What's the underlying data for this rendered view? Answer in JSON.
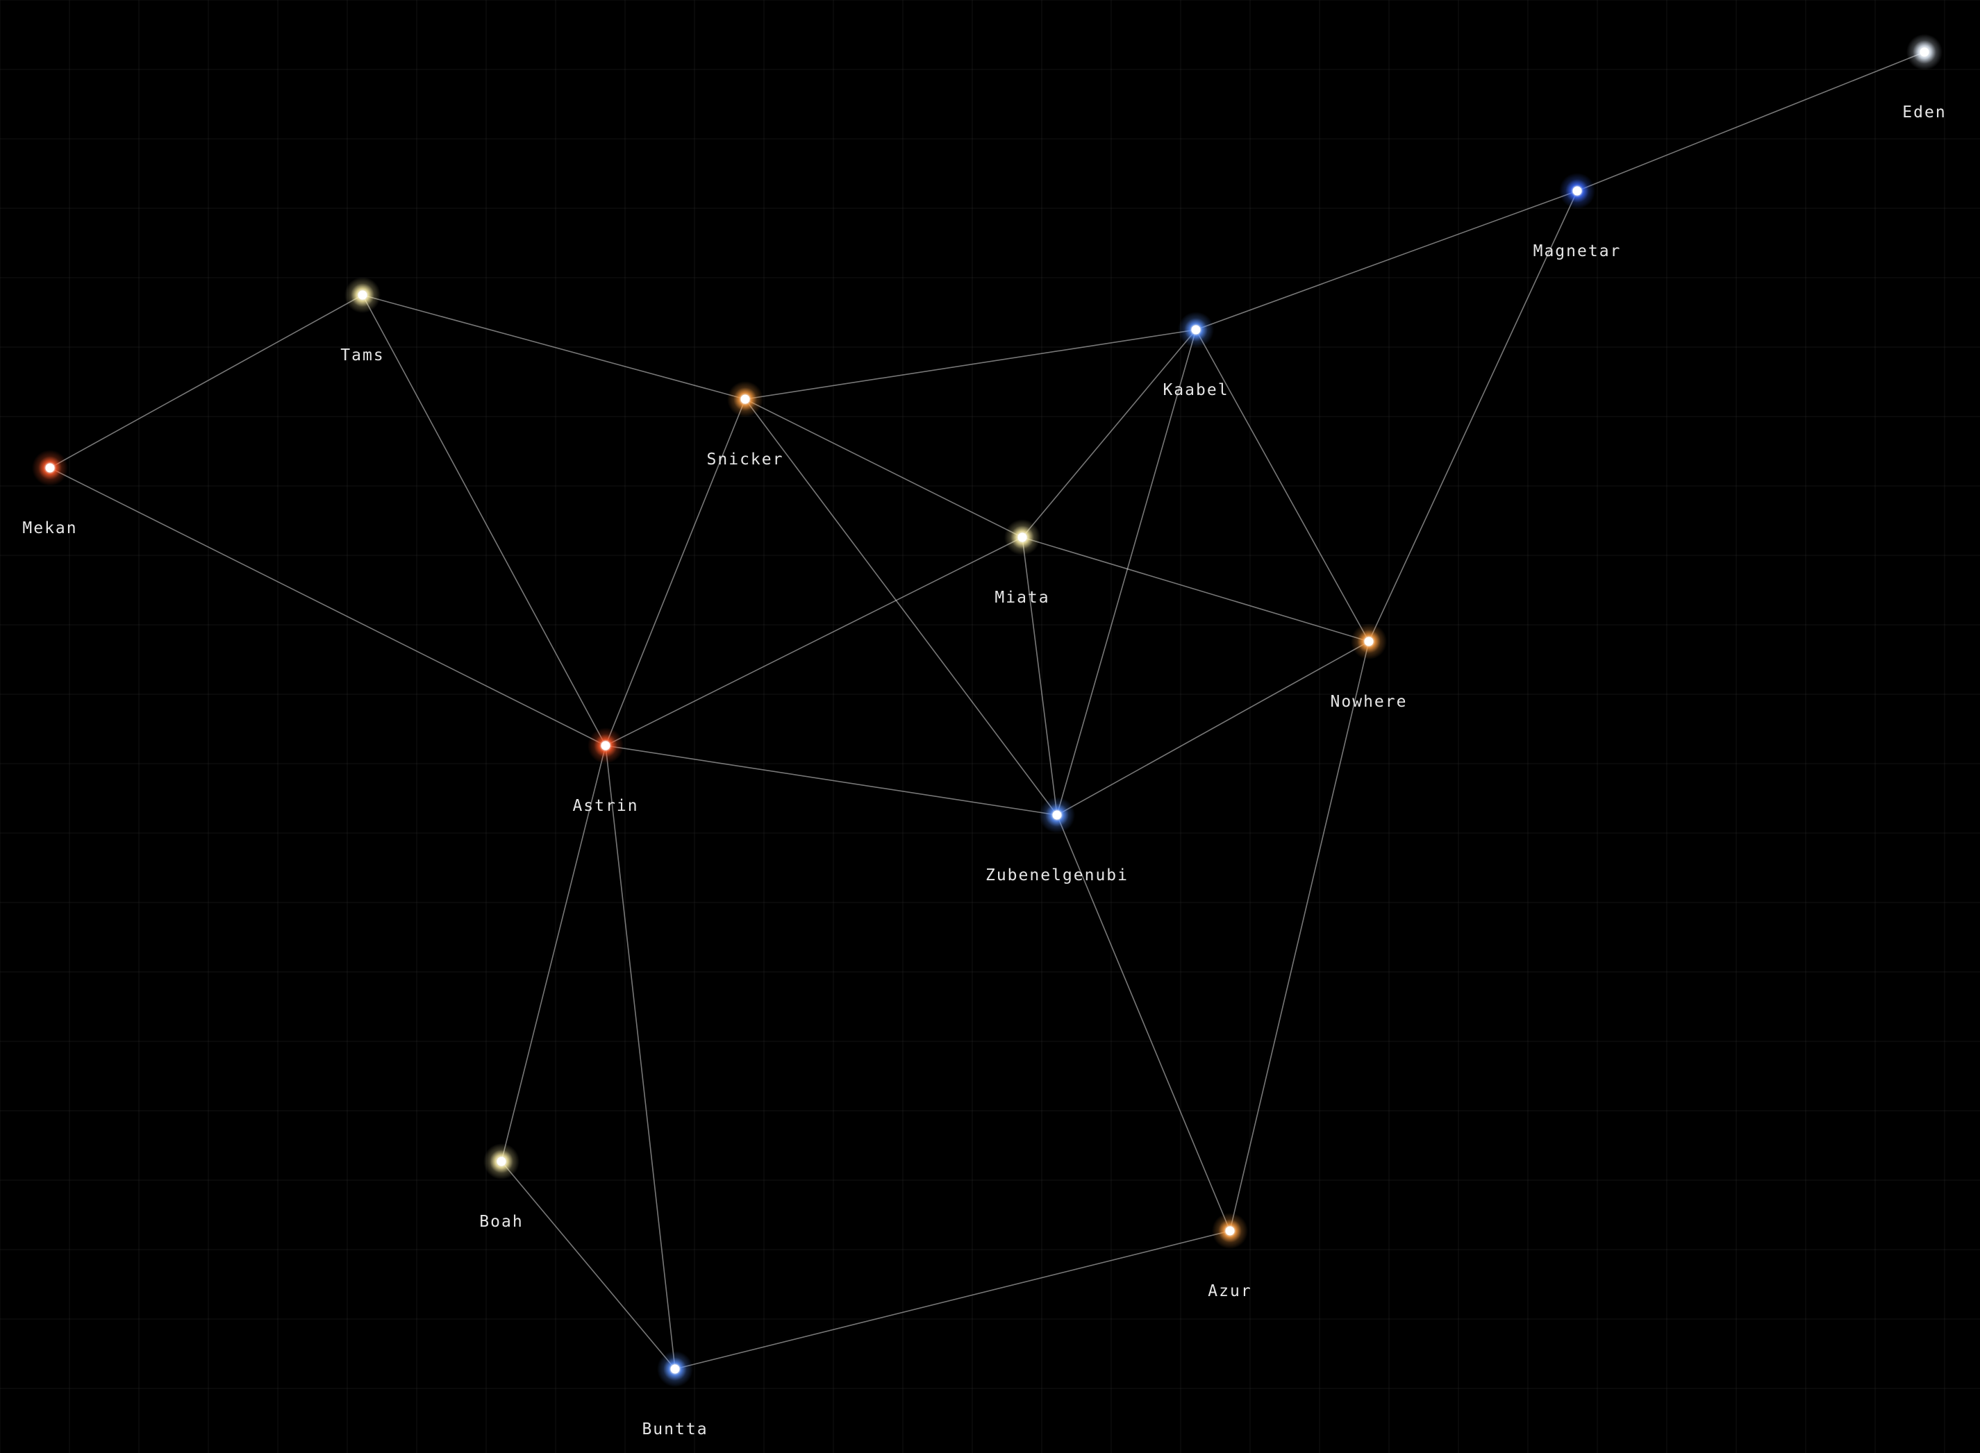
{
  "star_colors": {
    "red": "#ff5a2a",
    "orange": "#ffa043",
    "yellow": "#fff1a8",
    "blue": "#5c93ff",
    "deep_blue": "#3f6dff",
    "white": "#e8f2ff"
  },
  "systems": [
    {
      "id": "eden",
      "name": "Eden",
      "color": "white"
    },
    {
      "id": "magnetar",
      "name": "Magnetar",
      "color": "deep_blue"
    },
    {
      "id": "tams",
      "name": "Tams",
      "color": "yellow"
    },
    {
      "id": "kaabel",
      "name": "Kaabel",
      "color": "blue"
    },
    {
      "id": "snicker",
      "name": "Snicker",
      "color": "orange"
    },
    {
      "id": "mekan",
      "name": "Mekan",
      "color": "red"
    },
    {
      "id": "miata",
      "name": "Miata",
      "color": "yellow"
    },
    {
      "id": "nowhere",
      "name": "Nowhere",
      "color": "orange"
    },
    {
      "id": "astrin",
      "name": "Astrin",
      "color": "red"
    },
    {
      "id": "zubenelgenubi",
      "name": "Zubenelgenubi",
      "color": "blue"
    },
    {
      "id": "boah",
      "name": "Boah",
      "color": "yellow"
    },
    {
      "id": "azur",
      "name": "Azur",
      "color": "orange"
    },
    {
      "id": "buntta",
      "name": "Buntta",
      "color": "blue"
    }
  ],
  "lanes": [
    [
      "eden",
      "magnetar"
    ],
    [
      "magnetar",
      "kaabel"
    ],
    [
      "magnetar",
      "nowhere"
    ],
    [
      "kaabel",
      "snicker"
    ],
    [
      "kaabel",
      "miata"
    ],
    [
      "kaabel",
      "nowhere"
    ],
    [
      "kaabel",
      "zubenelgenubi"
    ],
    [
      "tams",
      "snicker"
    ],
    [
      "tams",
      "mekan"
    ],
    [
      "tams",
      "astrin"
    ],
    [
      "snicker",
      "miata"
    ],
    [
      "snicker",
      "astrin"
    ],
    [
      "snicker",
      "zubenelgenubi"
    ],
    [
      "mekan",
      "astrin"
    ],
    [
      "miata",
      "nowhere"
    ],
    [
      "miata",
      "astrin"
    ],
    [
      "miata",
      "zubenelgenubi"
    ],
    [
      "nowhere",
      "zubenelgenubi"
    ],
    [
      "nowhere",
      "azur"
    ],
    [
      "astrin",
      "zubenelgenubi"
    ],
    [
      "astrin",
      "boah"
    ],
    [
      "astrin",
      "buntta"
    ],
    [
      "zubenelgenubi",
      "azur"
    ],
    [
      "boah",
      "buntta"
    ],
    [
      "azur",
      "buntta"
    ]
  ]
}
